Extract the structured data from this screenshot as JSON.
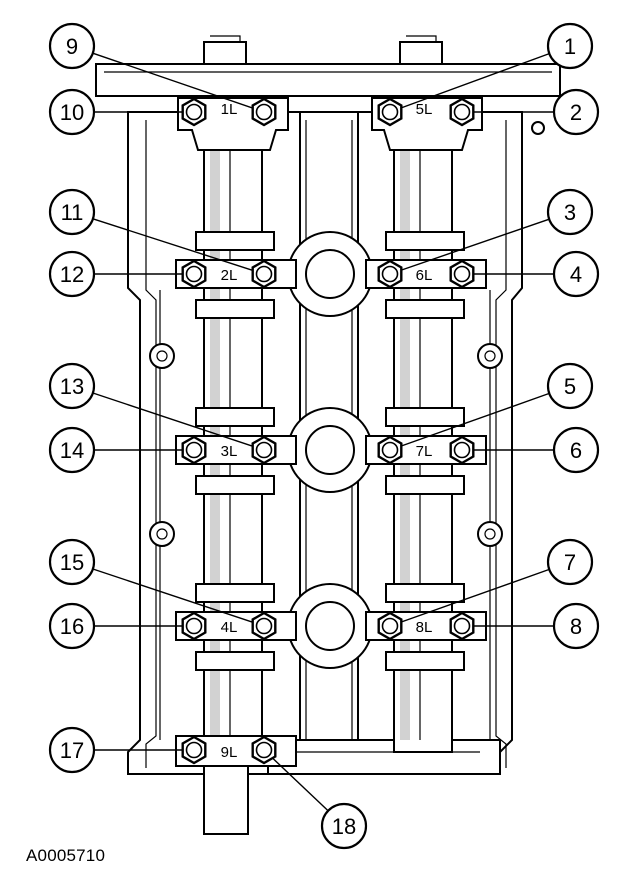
{
  "figure_id": "A0005710",
  "callouts": [
    {
      "number": "1"
    },
    {
      "number": "2"
    },
    {
      "number": "3"
    },
    {
      "number": "4"
    },
    {
      "number": "5"
    },
    {
      "number": "6"
    },
    {
      "number": "7"
    },
    {
      "number": "8"
    },
    {
      "number": "9"
    },
    {
      "number": "10"
    },
    {
      "number": "11"
    },
    {
      "number": "12"
    },
    {
      "number": "13"
    },
    {
      "number": "14"
    },
    {
      "number": "15"
    },
    {
      "number": "16"
    },
    {
      "number": "17"
    },
    {
      "number": "18"
    }
  ],
  "bearing_caps": [
    "1L",
    "2L",
    "3L",
    "4L",
    "9L",
    "5L",
    "6L",
    "7L",
    "8L"
  ]
}
